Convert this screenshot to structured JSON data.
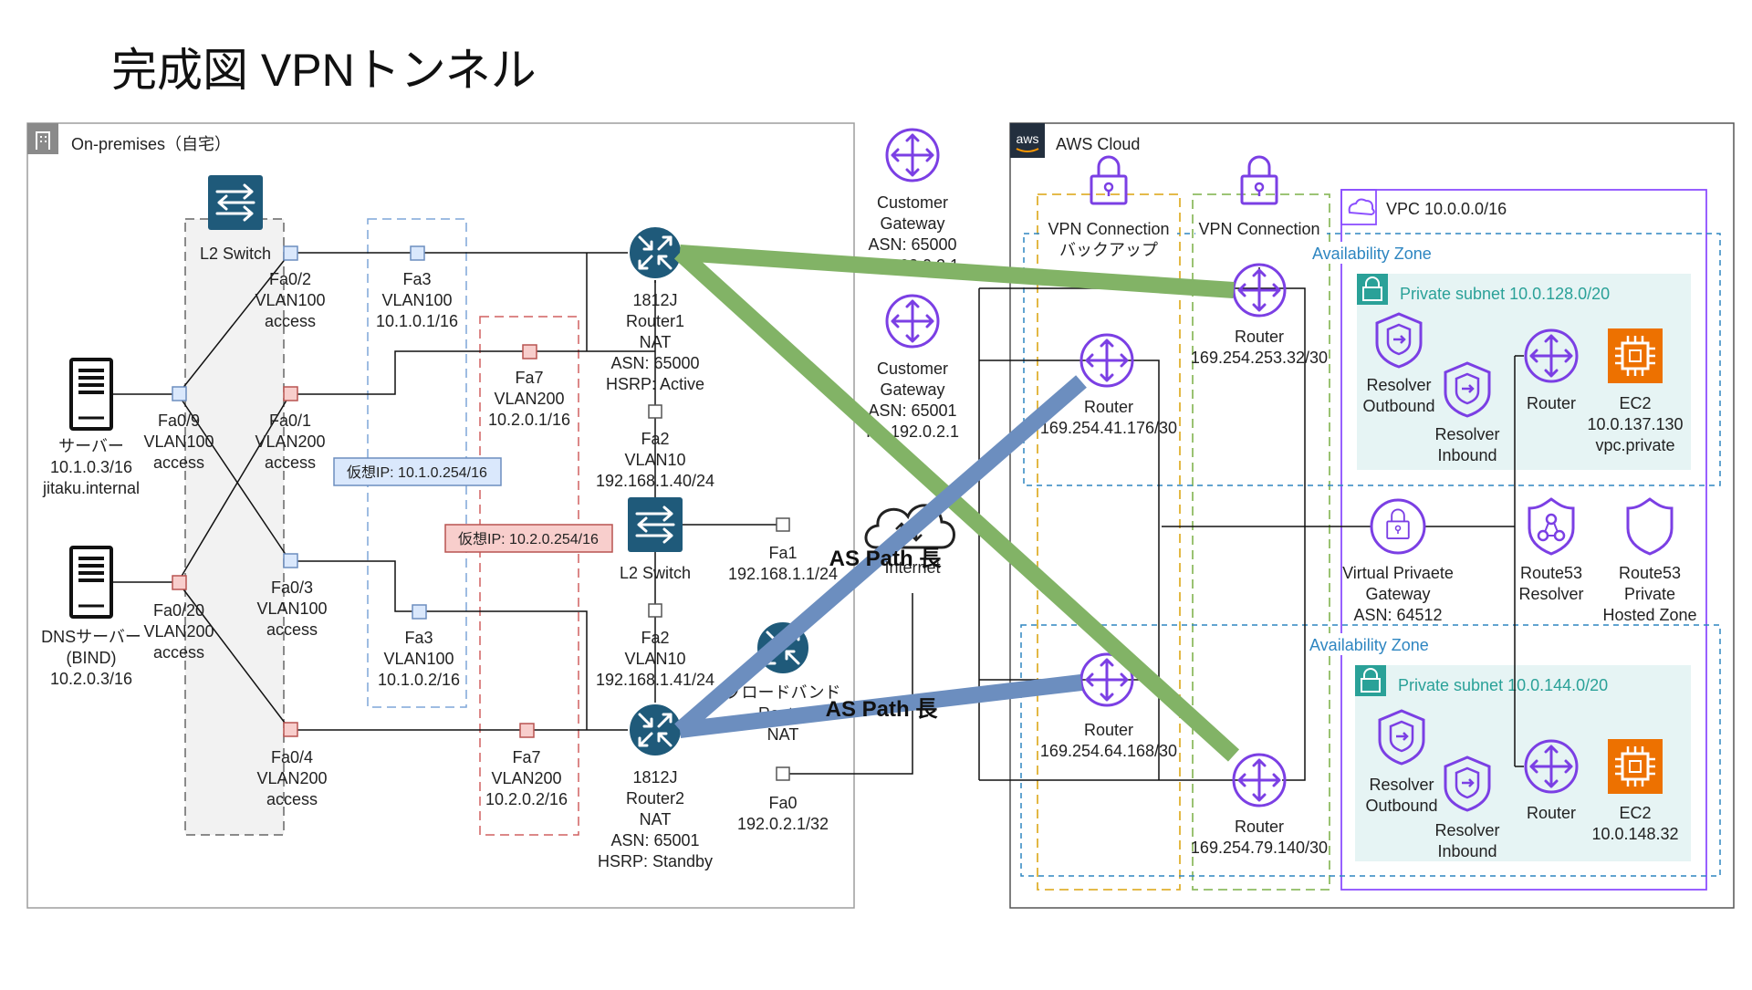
{
  "title": "完成図 VPNトンネル",
  "colors": {
    "onprem_border": "#9e9e9e",
    "aws_border": "#555555",
    "aws_purple": "#7b3fe4",
    "vpn_orange": "#e0b030",
    "vpn_green": "#8fbc62",
    "subnet_teal": "#2aa198",
    "subnet_fill": "#e6f4f4",
    "tunnel_green": "#82b366",
    "tunnel_blue": "#6c8ebf",
    "cisco_blue": "#1f5a7a",
    "vlan100_blue": "#7ea6d8",
    "vlan200_red": "#d06060",
    "aws_orange": "#ed7100"
  },
  "groups": {
    "onprem": "On-premises（自宅）",
    "aws": "AWS Cloud",
    "vpn_backup": [
      "VPN Connection",
      "バックアップ"
    ],
    "vpn_main": "VPN Connection",
    "vpc": "VPC 10.0.0.0/16",
    "az1": "Availability Zone",
    "az2": "Availability Zone",
    "subnet1": "Private subnet 10.0.128.0/20",
    "subnet2": "Private subnet 10.0.144.0/20"
  },
  "onprem": {
    "l2switch1": "L2 Switch",
    "server1": [
      "サーバー",
      "10.1.0.3/16",
      "jitaku.internal"
    ],
    "server2": [
      "DNSサーバー",
      "(BIND)",
      "10.2.0.3/16"
    ],
    "fa09": [
      "Fa0/9",
      "VLAN100",
      "access"
    ],
    "fa020": [
      "Fa0/20",
      "VLAN200",
      "access"
    ],
    "fa02": [
      "Fa0/2",
      "VLAN100",
      "access"
    ],
    "fa01": [
      "Fa0/1",
      "VLAN200",
      "access"
    ],
    "fa03": [
      "Fa0/3",
      "VLAN100",
      "access"
    ],
    "fa04": [
      "Fa0/4",
      "VLAN200",
      "access"
    ],
    "r1fa3": [
      "Fa3",
      "VLAN100",
      "10.1.0.1/16"
    ],
    "r1fa7": [
      "Fa7",
      "VLAN200",
      "10.2.0.1/16"
    ],
    "r2fa3": [
      "Fa3",
      "VLAN100",
      "10.1.0.2/16"
    ],
    "r2fa7": [
      "Fa7",
      "VLAN200",
      "10.2.0.2/16"
    ],
    "vip1": "仮想IP: 10.1.0.254/16",
    "vip2": "仮想IP: 10.2.0.254/16",
    "router1": [
      "1812J",
      "Router1",
      "NAT",
      "ASN: 65000",
      "HSRP: Active"
    ],
    "router2": [
      "1812J",
      "Router2",
      "NAT",
      "ASN: 65001",
      "HSRP: Standby"
    ],
    "r1fa2": [
      "Fa2",
      "VLAN10",
      "192.168.1.40/24"
    ],
    "r2fa2": [
      "Fa2",
      "VLAN10",
      "192.168.1.41/24"
    ],
    "l2switch2": "L2 Switch",
    "brfa1": [
      "Fa1",
      "192.168.1.1/24"
    ],
    "brfa0": [
      "Fa0",
      "192.0.2.1/32"
    ],
    "broadband": [
      "ブロードバンド",
      "Router",
      "NAT"
    ],
    "internet": "Internet"
  },
  "middle": {
    "cgw1": [
      "Customer",
      "Gateway",
      "ASN: 65000",
      "IP: 192.0.2.1"
    ],
    "cgw2": [
      "Customer",
      "Gateway",
      "ASN: 65001",
      "IP: 192.0.2.1"
    ],
    "as_path_1": "AS Path 長",
    "as_path_2": "AS Path 長"
  },
  "aws": {
    "router_a": [
      "Router",
      "169.254.41.176/30"
    ],
    "router_b": [
      "Router",
      "169.254.253.32/30"
    ],
    "router_c": [
      "Router",
      "169.254.64.168/30"
    ],
    "router_d": [
      "Router",
      "169.254.79.140/30"
    ],
    "vgw": [
      "Virtual Privaete",
      "Gateway",
      "ASN: 64512"
    ],
    "r53_resolver": [
      "Route53",
      "Resolver"
    ],
    "r53_phz": [
      "Route53",
      "Private",
      "Hosted Zone"
    ],
    "res_out1": [
      "Resolver",
      "Outbound"
    ],
    "res_in1": [
      "Resolver",
      "Inbound"
    ],
    "vpc_router1": "Router",
    "ec2_1": [
      "EC2",
      "10.0.137.130",
      "vpc.private"
    ],
    "res_out2": [
      "Resolver",
      "Outbound"
    ],
    "res_in2": [
      "Resolver",
      "Inbound"
    ],
    "vpc_router2": "Router",
    "ec2_2": [
      "EC2",
      "10.0.148.32"
    ]
  }
}
